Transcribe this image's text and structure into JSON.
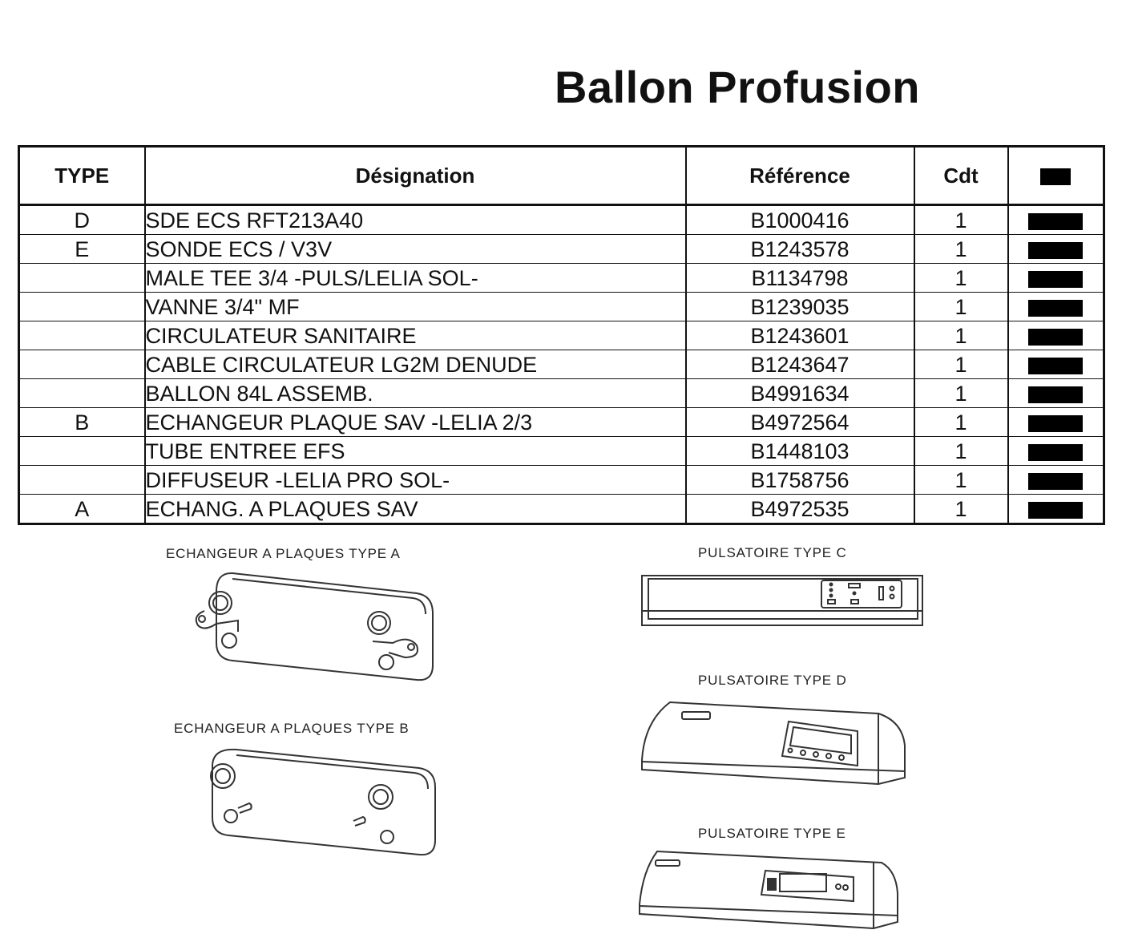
{
  "title": "Ballon Profusion",
  "table": {
    "headers": {
      "type": "TYPE",
      "designation": "Désignation",
      "reference": "Référence",
      "cdt": "Cdt"
    },
    "rows": [
      {
        "type": "D",
        "designation": "SDE ECS RFT213A40",
        "reference": "B1000416",
        "cdt": "1"
      },
      {
        "type": "E",
        "designation": "SONDE ECS / V3V",
        "reference": "B1243578",
        "cdt": "1"
      },
      {
        "type": "",
        "designation": "MALE TEE 3/4 -PULS/LELIA SOL-",
        "reference": "B1134798",
        "cdt": "1"
      },
      {
        "type": "",
        "designation": "VANNE 3/4\" MF",
        "reference": "B1239035",
        "cdt": "1"
      },
      {
        "type": "",
        "designation": "CIRCULATEUR SANITAIRE",
        "reference": "B1243601",
        "cdt": "1"
      },
      {
        "type": "",
        "designation": "CABLE CIRCULATEUR LG2M DENUDE",
        "reference": "B1243647",
        "cdt": "1"
      },
      {
        "type": "",
        "designation": "BALLON 84L ASSEMB.",
        "reference": "B4991634",
        "cdt": "1"
      },
      {
        "type": "B",
        "designation": "ECHANGEUR PLAQUE SAV -LELIA 2/3",
        "reference": "B4972564",
        "cdt": "1"
      },
      {
        "type": "",
        "designation": "TUBE ENTREE EFS",
        "reference": "B1448103",
        "cdt": "1"
      },
      {
        "type": "",
        "designation": "DIFFUSEUR -LELIA PRO SOL-",
        "reference": "B1758756",
        "cdt": "1"
      },
      {
        "type": "A",
        "designation": "ECHANG. A PLAQUES SAV",
        "reference": "B4972535",
        "cdt": "1"
      }
    ]
  },
  "illustrations": {
    "exchanger_a": "ECHANGEUR A PLAQUES TYPE A",
    "exchanger_b": "ECHANGEUR A PLAQUES TYPE B",
    "pulsatoire_c": "PULSATOIRE TYPE C",
    "pulsatoire_d": "PULSATOIRE TYPE D",
    "pulsatoire_e": "PULSATOIRE TYPE E"
  }
}
